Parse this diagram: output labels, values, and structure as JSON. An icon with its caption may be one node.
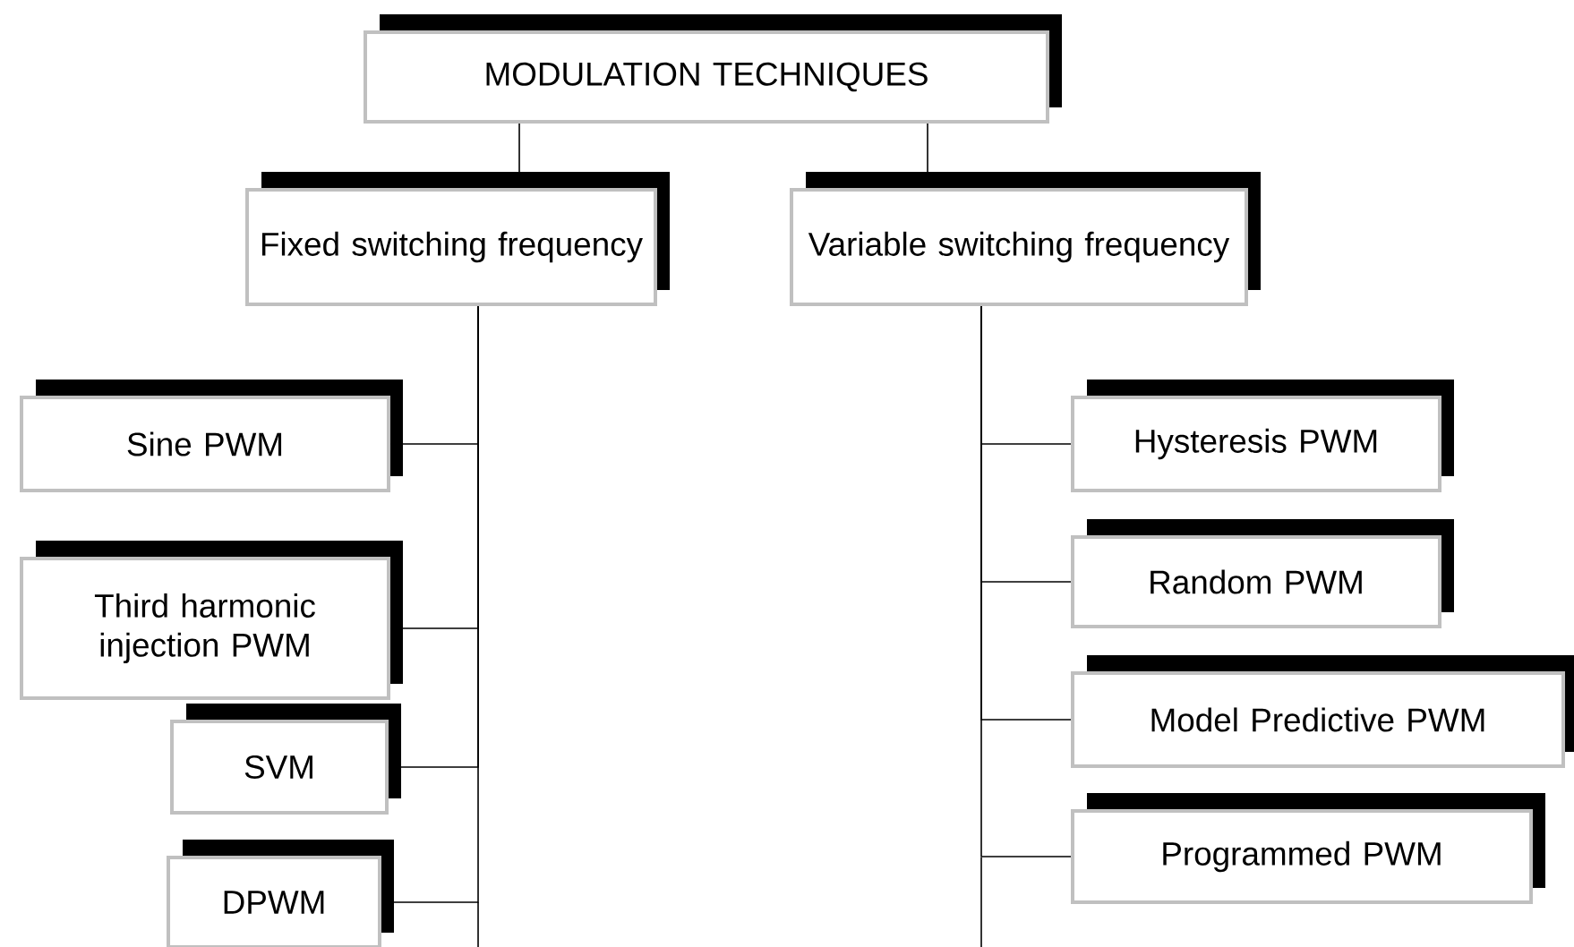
{
  "diagram": {
    "nodes": [
      {
        "text": [
          "MODULATION TECHNIQUES"
        ]
      },
      {
        "text": [
          "Fixed switching frequency"
        ]
      },
      {
        "text": [
          "Variable switching frequency"
        ]
      },
      {
        "text": [
          "Sine PWM"
        ]
      },
      {
        "text": [
          "Third harmonic injection PWM"
        ]
      },
      {
        "text": [
          "SVM"
        ]
      },
      {
        "text": [
          "DPWM"
        ]
      },
      {
        "text": [
          "Hysteresis PWM"
        ]
      },
      {
        "text": [
          "Random PWM"
        ]
      },
      {
        "text": [
          "Model Predictive PWM"
        ]
      },
      {
        "text": [
          "Programmed PWM"
        ]
      }
    ],
    "edges": [
      {
        "from": 0,
        "to": 1,
        "arrow": "none"
      },
      {
        "from": 0,
        "to": 2,
        "arrow": "none"
      },
      {
        "from": 1,
        "to": 3,
        "arrow": "none"
      },
      {
        "from": 1,
        "to": 4,
        "arrow": "none"
      },
      {
        "from": 1,
        "to": 5,
        "arrow": "none"
      },
      {
        "from": 1,
        "to": 6,
        "arrow": "none"
      },
      {
        "from": 2,
        "to": 7,
        "arrow": "none"
      },
      {
        "from": 2,
        "to": 8,
        "arrow": "none"
      },
      {
        "from": 2,
        "to": 9,
        "arrow": "none"
      },
      {
        "from": 2,
        "to": 10,
        "arrow": "none"
      }
    ]
  }
}
